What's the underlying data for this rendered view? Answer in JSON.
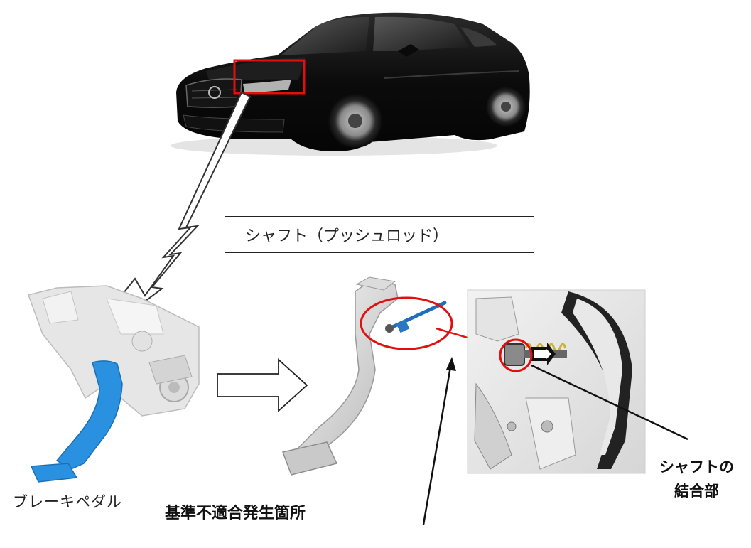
{
  "labels": {
    "shaft_box": "シャフト（プッシュロッド）",
    "brake_pedal": "ブレーキペダル",
    "defect_location": "基準不適合発生箇所",
    "shaft_joint_line1": "シャフトの",
    "shaft_joint_line2": "結合部"
  },
  "colors": {
    "highlight_red": "#e01010",
    "pedal_blue": "#2a90e0",
    "car_body": "#0b0b0b"
  },
  "icons": {
    "car": "sedan-car-illustration",
    "zoom_arrow": "white-outline-zigzag-arrow",
    "pedal_assembly": "brake-pedal-assembly-illustration",
    "pedal": "brake-pedal-illustration",
    "closeup": "shaft-joint-closeup-photo"
  }
}
